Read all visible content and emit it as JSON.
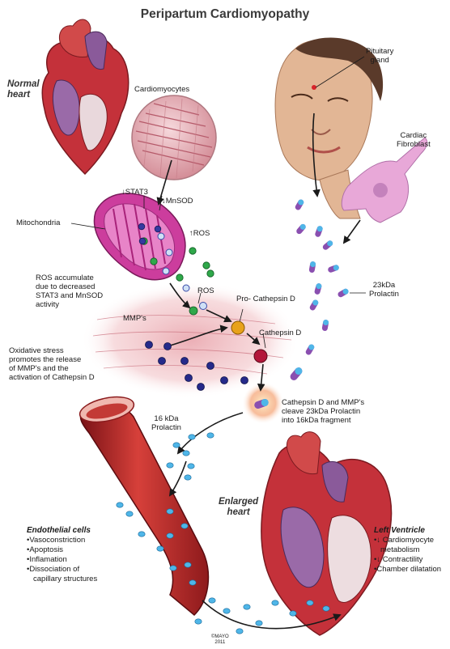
{
  "title": "Peripartum Cardiomyopathy",
  "labels": {
    "normal_heart": [
      "Normal",
      "heart"
    ],
    "cardiomyocytes": "Cardiomyocytes",
    "pituitary_gland": [
      "Pituitary",
      "gland"
    ],
    "cardiac_fibroblast": [
      "Cardiac",
      "Fibroblast"
    ],
    "stat3": "↓STAT3",
    "mnsod": "↓MnSOD",
    "mitochondria": "Mitochondria",
    "ros_up": "↑ROS",
    "ros_note": [
      "ROS accumulate",
      "due to decreased",
      "STAT3 and MnSOD",
      "activity"
    ],
    "ros": "ROS",
    "pro_cathepsin": "Pro- Cathepsin D",
    "mmps": "MMP's",
    "cathepsin_d": "Cathepsin D",
    "prolactin_23": [
      "23kDa",
      "Prolactin"
    ],
    "oxidative_note": [
      "Oxidative stress",
      "promotes the release",
      "of MMP's and the",
      "activation of Cathepsin D"
    ],
    "cleave_note": [
      "Cathepsin D and MMP's",
      "cleave 23kDa Prolactin",
      "into 16kDa fragment"
    ],
    "prolactin_16": [
      "16 kDa",
      "Prolactin"
    ],
    "enlarged_heart": [
      "Enlarged",
      "heart"
    ]
  },
  "endothelial": {
    "heading": "Endothelial cells",
    "items": [
      "Vasoconstriction",
      "Apoptosis",
      "Inflamation",
      "Dissociation of capillary structures"
    ]
  },
  "left_ventricle": {
    "heading": "Left Ventricle",
    "items": [
      "↓ Cardiomyocyte metabolism",
      "↓ Contractility",
      "Chamber dilatation"
    ]
  },
  "copyright": [
    "©MAYO",
    "2011"
  ],
  "colors": {
    "heart_red": "#c4313a",
    "heart_purple": "#8a5a9a",
    "mito_magenta": "#cc3d9d",
    "prolactin_blue": "#4fb6e8",
    "prolactin_purple": "#8a4fb0",
    "ros_green": "#2fa84a",
    "mmp_navy": "#252a8a",
    "vessel_red": "#c9302c",
    "arrow": "#1a1a1a"
  }
}
